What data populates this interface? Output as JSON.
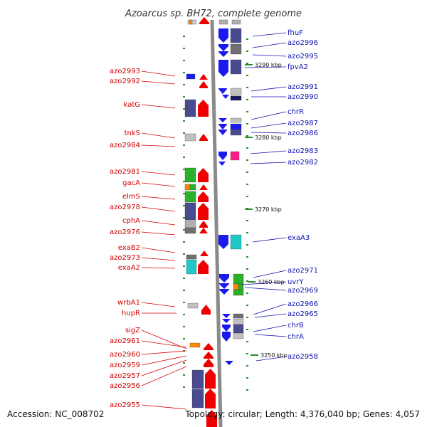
{
  "title": "Azoarcus sp. BH72, complete genome",
  "footer": {
    "accession": "Accession: NC_008702",
    "topology": "Topology: circular; Length: 4,376,040 bp; Genes: 4,057"
  },
  "colors": {
    "left_label": "#d40000",
    "right_label": "#1010b0",
    "forward_arrow": "#ee0000",
    "reverse_arrow": "#1a1aee",
    "tick": "#2a8a2a",
    "axis": "#888888"
  },
  "scale_marks": [
    "3290 kbp",
    "3280 kbp",
    "3270 kbp",
    "3260 kbp",
    "3250 kbp"
  ],
  "left_labels": [
    "azo2993",
    "azo2992",
    "katG",
    "tnkS",
    "azo2984",
    "azo2981",
    "gacA",
    "elmS",
    "azo2978",
    "cphA",
    "azo2976",
    "exaB2",
    "azo2973",
    "exaA2",
    "wrbA1",
    "hupR",
    "sigZ",
    "azo2961",
    "azo2960",
    "azo2959",
    "azo2957",
    "azo2956",
    "azo2955"
  ],
  "right_labels": [
    "fhuF",
    "azo2996",
    "azo2995",
    "fpvA2",
    "azo2991",
    "azo2990",
    "chrR",
    "azo2987",
    "azo2986",
    "azo2983",
    "azo2982",
    "exaA3",
    "azo2971",
    "uvrY",
    "azo2969",
    "azo2966",
    "azo2965",
    "chrB",
    "chrA",
    "azo2958"
  ]
}
